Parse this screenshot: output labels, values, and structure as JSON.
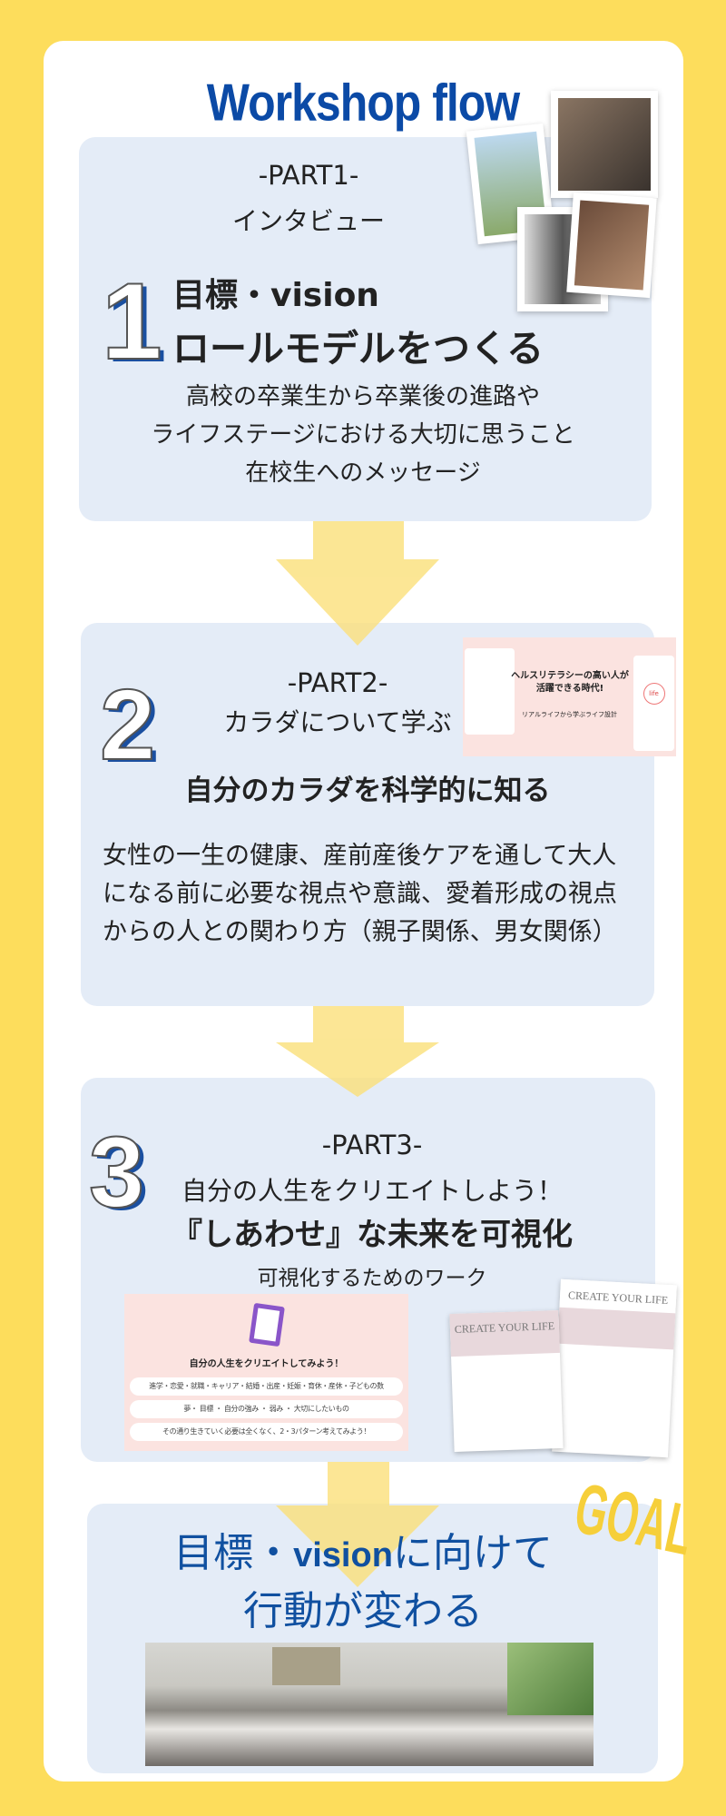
{
  "header": {
    "title": "Workshop flow"
  },
  "part1": {
    "label": "-PART1-",
    "subtitle": "インタビュー",
    "number": "1",
    "heading_line1": "目標・vision",
    "heading_line2": "ロールモデルをつくる",
    "description": [
      "高校の卒業生から卒業後の進路や",
      "ライフステージにおける大切に思うこと",
      "在校生へのメッセージ"
    ]
  },
  "part2": {
    "label": "-PART2-",
    "subtitle": "カラダについて学ぶ",
    "number": "2",
    "heading": "自分のカラダを科学的に知る",
    "description": [
      "女性の一生の健康、産前産後ケアを通して大人",
      "になる前に必要な視点や意識、愛着形成の視点",
      "からの人との関わり方（親子関係、男女関係）"
    ],
    "slide": {
      "title_line1": "ヘルスリテラシーの高い人が",
      "title_line2": "活躍できる時代!",
      "caption": "リアルライフから学ぶライフ設計",
      "venn_label": "life"
    }
  },
  "part3": {
    "label": "-PART3-",
    "subtitle": "自分の人生をクリエイトしよう！",
    "number": "3",
    "heading": "『しあわせ』な未来を可視化",
    "caption": "可視化するためのワーク",
    "slide": {
      "title": "自分の人生をクリエイトしてみよう！",
      "rows": [
        "進学・恋愛・就職・キャリア・結婚・出産・妊娠・育休・産休・子どもの数",
        "夢・ 目標 ・ 自分の強み ・ 弱み ・ 大切にしたいもの",
        "その通り生きていく必要は全くなく、2・3パターン考えてみよう！"
      ]
    },
    "worksheet_title": "CREATE YOUR LIFE"
  },
  "goal": {
    "badge": "GOAL",
    "line1_pre": "目標・",
    "line1_bold": "vision",
    "line1_post": "に向けて",
    "line2": "行動が変わる"
  },
  "colors": {
    "background": "#fddd5c",
    "box": "#e4ecf7",
    "accent": "#0b4aa6",
    "arrow": "#fbe07a"
  }
}
